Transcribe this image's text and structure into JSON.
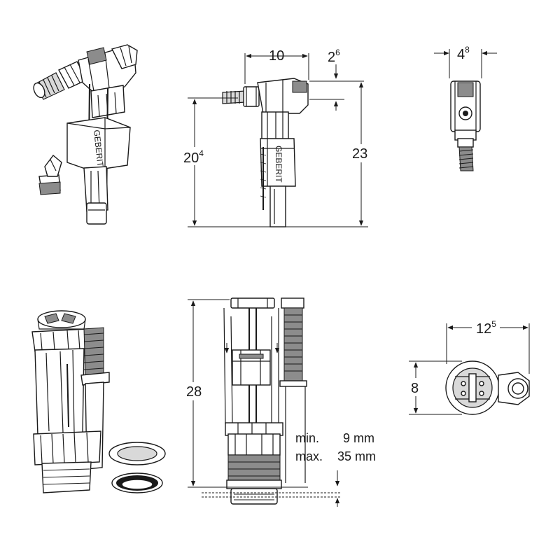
{
  "dimensions": {
    "fill_valve_width": {
      "main": "10",
      "sup": ""
    },
    "fill_valve_offset": {
      "main": "2",
      "sup": "6"
    },
    "fill_valve_height_min": {
      "main": "20",
      "sup": "4"
    },
    "fill_valve_height_max": {
      "main": "23",
      "sup": ""
    },
    "fill_valve_depth": {
      "main": "4",
      "sup": "8"
    },
    "flush_valve_height": {
      "main": "28",
      "sup": ""
    },
    "flush_valve_top_width": {
      "main": "12",
      "sup": "5"
    },
    "flush_valve_top_depth": {
      "main": "8",
      "sup": ""
    }
  },
  "adjustment_note": {
    "min_label": "min.",
    "min_value": "9 mm",
    "max_label": "max.",
    "max_value": "35 mm"
  },
  "brand_mark": "GEBERIT"
}
